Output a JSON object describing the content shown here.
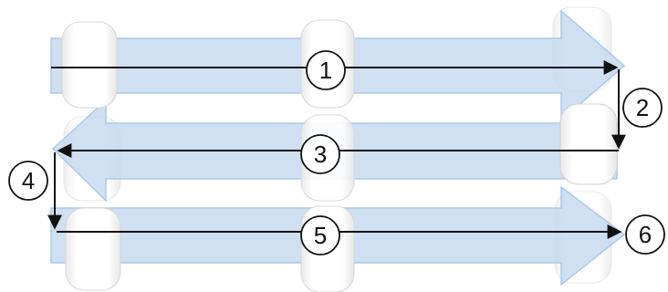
{
  "steps": [
    {
      "label": "1"
    },
    {
      "label": "2"
    },
    {
      "label": "3"
    },
    {
      "label": "4"
    },
    {
      "label": "5"
    },
    {
      "label": "6"
    }
  ],
  "colors": {
    "band_fill": "#c6dbef",
    "band_stroke": "#9ec3e6",
    "path_line": "#111111",
    "marker_fill": "#ffffff",
    "tile_fill": "#fbfbfb",
    "tile_stroke": "#d7d7d7"
  }
}
